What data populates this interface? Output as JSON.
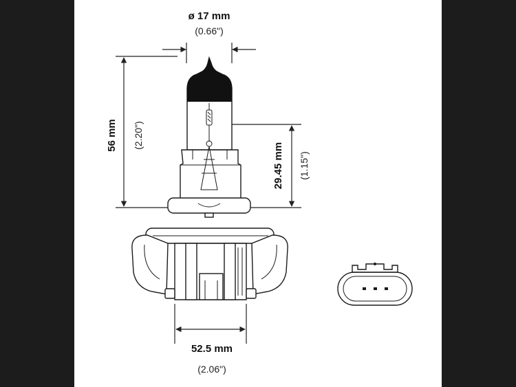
{
  "dimensions": {
    "diameter": {
      "label": "ø 17 mm",
      "inches": "(0.66\")"
    },
    "overall_height": {
      "label": "56 mm",
      "inches": "(2.20\")"
    },
    "filament_height": {
      "label": "29.45 mm",
      "inches": "(1.15\")"
    },
    "base_width": {
      "label": "52.5 mm",
      "inches": "(2.06\")"
    }
  },
  "colors": {
    "background": "#1c1c1c",
    "canvas": "#ffffff",
    "line": "#222222",
    "bulb_tip": "#111111"
  }
}
